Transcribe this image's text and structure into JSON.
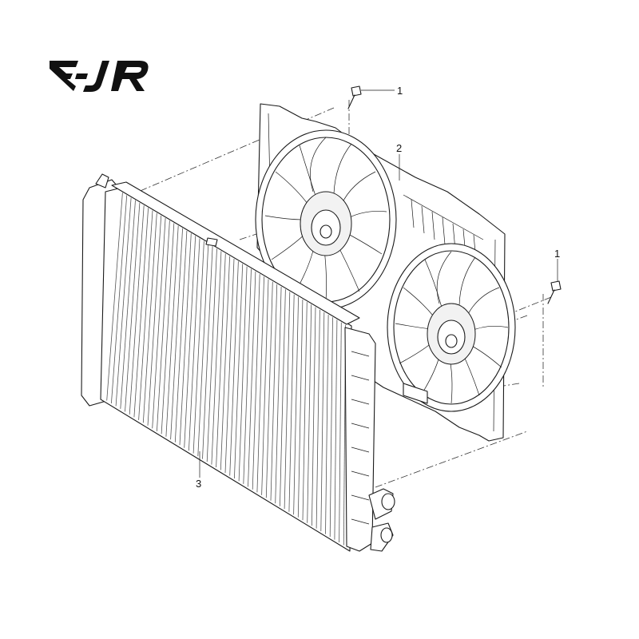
{
  "logo": {
    "text": "EJR",
    "color": "#111111"
  },
  "callouts": [
    {
      "id": "bolt-upper",
      "label": "1"
    },
    {
      "id": "fan-shroud",
      "label": "2"
    },
    {
      "id": "bolt-lower",
      "label": "1"
    },
    {
      "id": "radiator",
      "label": "3"
    }
  ],
  "colors": {
    "line": "#1a1a1a",
    "background": "#ffffff"
  }
}
